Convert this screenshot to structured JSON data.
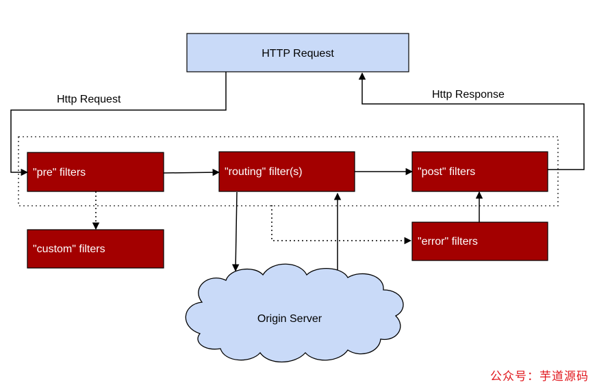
{
  "nodes": {
    "http_request": "HTTP Request",
    "pre": "\"pre\" filters",
    "routing": "\"routing\" filter(s)",
    "post": "\"post\" filters",
    "custom": "\"custom\" filters",
    "error": "\"error\" filters",
    "origin": "Origin Server"
  },
  "edges": {
    "request_label": "Http Request",
    "response_label": "Http Response"
  },
  "colors": {
    "filter_box": "#a30000",
    "request_box": "#c9daf8",
    "cloud": "#c9daf8"
  },
  "watermark": "公众号：芋道源码"
}
